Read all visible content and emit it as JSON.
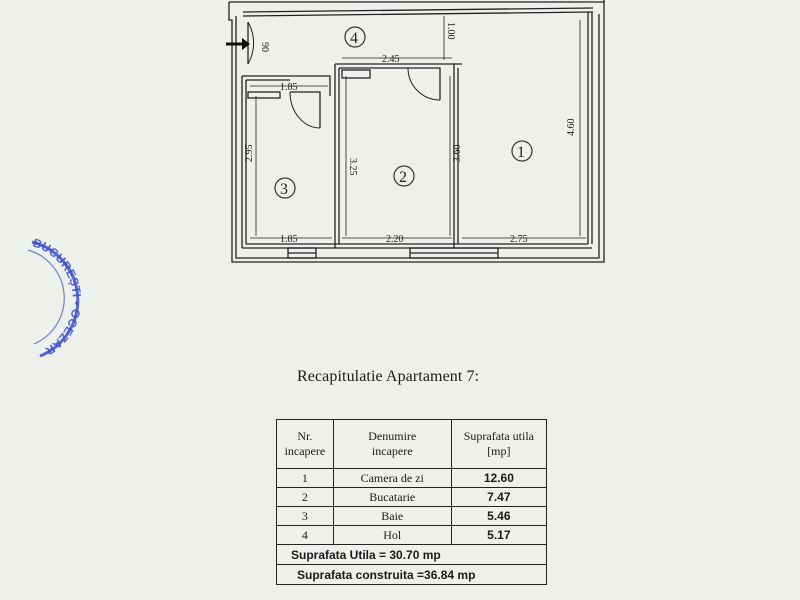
{
  "plan": {
    "dimensions": {
      "door": "90",
      "hall_width": "2.45",
      "hall_depth": "1.00",
      "bath_top": "1.85",
      "bath_bottom": "1.85",
      "bath_height": "2.95",
      "kitchen_height": "3.25",
      "kitchen_bottom": "2.20",
      "living_left_height": "3.60",
      "living_right_height": "4.60",
      "living_bottom": "2.75"
    },
    "room_numbers": [
      "1",
      "2",
      "3",
      "4"
    ]
  },
  "stamp": {
    "text": "BUCUREȘTI • OCEZARU S"
  },
  "recap": {
    "title": "Recapitulatie Apartament 7:",
    "headers": {
      "nr": [
        "Nr.",
        "incapere"
      ],
      "name": [
        "Denumire",
        "incapere"
      ],
      "area": [
        "Suprafata utila",
        "[mp]"
      ]
    },
    "rows": [
      {
        "nr": "1",
        "name": "Camera de zi",
        "area": "12.60"
      },
      {
        "nr": "2",
        "name": "Bucatarie",
        "area": "7.47"
      },
      {
        "nr": "3",
        "name": "Baie",
        "area": "5.46"
      },
      {
        "nr": "4",
        "name": "Hol",
        "area": "5.17"
      }
    ],
    "total_useful": "Suprafata Utila  = 30.70 mp",
    "total_built": "Suprafata construita  =36.84 mp"
  },
  "colors": {
    "paper": "#eef0ec",
    "ink": "#1b1b1b",
    "stamp": "#3a4fd0"
  }
}
